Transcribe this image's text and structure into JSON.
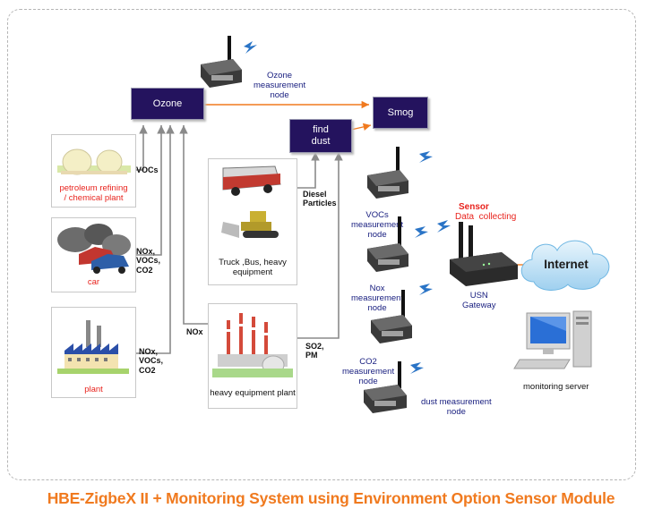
{
  "boxes": {
    "ozone": "Ozone",
    "smog": "Smog",
    "find_dust": "find\ndust"
  },
  "sources": {
    "petroleum": "petroleum refining\n/ chemical plant",
    "car": "car",
    "plant": "plant",
    "truck": "Truck ,Bus, heavy\nequipment",
    "heavy_plant": "heavy equipment plant"
  },
  "edge_labels": {
    "vocs": "VOCs",
    "car_gases": "NOx,\nVOCs,\nCO2",
    "plant_gases": "NOx,\nVOCs,\nCO2",
    "nox": "NOx",
    "diesel": "Diesel\nParticles",
    "so2": "SO2,\nPM"
  },
  "nodes": {
    "ozone": "Ozone\nmeasurement\nnode",
    "vocs": "VOCs\nmeasurement\nnode",
    "nox": "Nox\nmeasurement\nnode",
    "co2": "CO2\nmeasurement\nnode",
    "dust": "dust measurement\nnode"
  },
  "gateway": {
    "sensor_data_1": "Sensor",
    "sensor_data_2": "Data  collecting",
    "label": "USN\nGateway"
  },
  "internet": "Internet",
  "server": "monitoring server",
  "caption": "HBE-ZigbeX II + Monitoring System using Environment Option Sensor Module",
  "colors": {
    "box_fill": "#24135e",
    "orange_arrow": "#f07a1f",
    "gray_arrow": "#8a8a8a",
    "label_blue": "#1a2080",
    "label_red": "#e8231d",
    "caption": "#f07a1f",
    "cloud": "#bfe1f5"
  }
}
